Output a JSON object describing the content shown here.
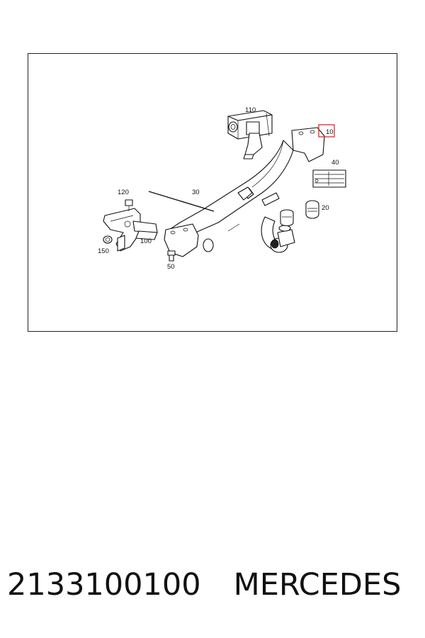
{
  "diagram": {
    "callouts": {
      "c10": "10",
      "c20": "20",
      "c30": "30",
      "c40": "40",
      "c50": "50",
      "c100": "100",
      "c110": "110",
      "c120": "120",
      "c150": "150"
    },
    "highlighted_callout": "10",
    "highlight_color": "#e0262b"
  },
  "footer": {
    "part_number": "2133100100",
    "brand": "MERCEDES"
  }
}
